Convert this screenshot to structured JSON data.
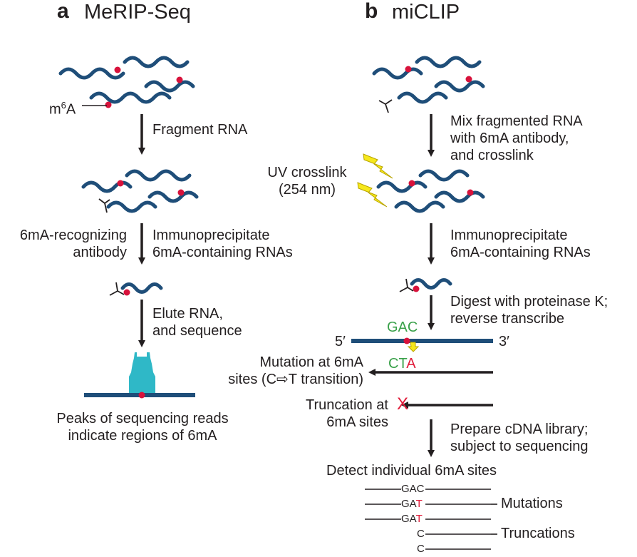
{
  "panel_a": {
    "letter": "a",
    "title": "MeRIP-Seq",
    "m6a_label_main": "m",
    "m6a_label_sup": "6",
    "m6a_label_end": "A",
    "step1": "Fragment RNA",
    "antibody_label_1": "6mA-recognizing",
    "antibody_label_2": "antibody",
    "step2_1": "Immunoprecipitate",
    "step2_2": "6mA-containing RNAs",
    "step3_1": "Elute RNA,",
    "step3_2": "and sequence",
    "result_1": "Peaks of sequencing reads",
    "result_2": "indicate regions of 6mA"
  },
  "panel_b": {
    "letter": "b",
    "title": "miCLIP",
    "step1_1": "Mix fragmented RNA",
    "step1_2": "with 6mA antibody,",
    "step1_3": "and crosslink",
    "uv_1": "UV crosslink",
    "uv_2": "(254 nm)",
    "step2_1": "Immunoprecipitate",
    "step2_2": "6mA-containing RNAs",
    "step3_1": "Digest with proteinase K;",
    "step3_2": "reverse transcribe",
    "five_prime": "5′",
    "three_prime": "3′",
    "gac": "GAC",
    "cta_ct": "CT",
    "cta_a": "A",
    "mutation_1": "Mutation at 6mA",
    "mutation_2": "sites (C⇨T transition)",
    "truncation_1": "Truncation at",
    "truncation_2": "6mA sites",
    "x_mark": "X",
    "step4_1": "Prepare cDNA library;",
    "step4_2": "subject to sequencing",
    "detect": "Detect individual 6mA sites",
    "reads": [
      {
        "a": "GAC",
        "b": ""
      },
      {
        "a": "GA",
        "b": "T"
      },
      {
        "a": "GA",
        "b": "T"
      },
      {
        "a": "C",
        "b": ""
      },
      {
        "a": "C",
        "b": ""
      }
    ],
    "mutations_label": "Mutations",
    "truncations_label": "Truncations"
  },
  "colors": {
    "rna": "#1f4e79",
    "m6a_dot": "#d8123b",
    "arrow": "#231f20",
    "peak": "#2fb8c7",
    "lightning": "#f6e81c",
    "green_text": "#3aa14a",
    "red_text": "#e11d3b"
  }
}
